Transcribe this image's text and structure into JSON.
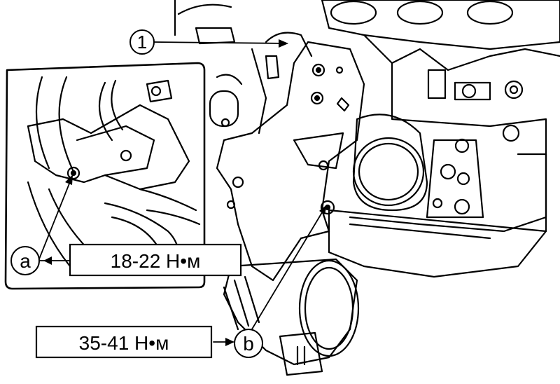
{
  "labels": {
    "part_1": "1",
    "point_a": "a",
    "point_b": "b"
  },
  "torque": {
    "a_value": "18-22 Н•м",
    "b_value": "35-41 Н•м"
  },
  "colors": {
    "ink": "#000000",
    "paper": "#ffffff"
  }
}
